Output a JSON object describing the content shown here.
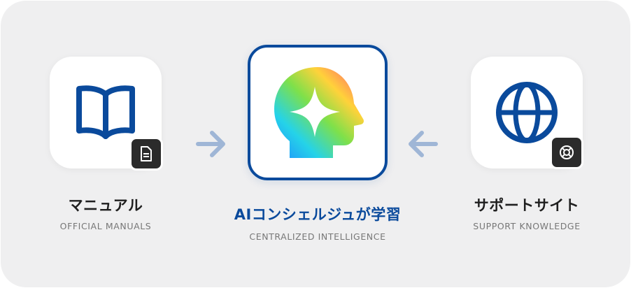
{
  "sources": {
    "manuals": {
      "title": "マニュアル",
      "subtitle": "OFFICIAL MANUALS",
      "icon": "book-icon",
      "badge_icon": "document-icon"
    },
    "support": {
      "title": "サポートサイト",
      "subtitle": "SUPPORT KNOWLEDGE",
      "icon": "globe-icon",
      "badge_icon": "lifebuoy-icon"
    }
  },
  "center": {
    "title": "AIコンシェルジュが学習",
    "subtitle": "CENTRALIZED INTELLIGENCE",
    "icon": "ai-head-sparkle-icon"
  },
  "colors": {
    "accent": "#0a4a9c",
    "arrow": "#9fb6d6",
    "badge": "#2b2b2b",
    "panel": "#efeff0",
    "tile": "#ffffff"
  }
}
